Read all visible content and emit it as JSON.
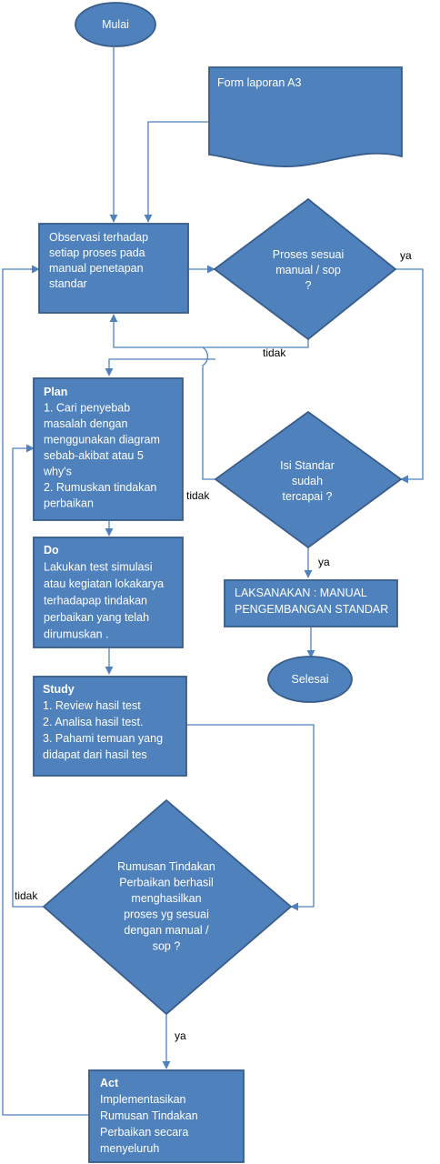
{
  "colors": {
    "fill": "#4f81bd",
    "stroke": "#385d8a",
    "line": "#4f81bd",
    "text_on_shape": "#ffffff",
    "label": "#000000"
  },
  "nodes": {
    "mulai": {
      "lines": [
        "Mulai"
      ]
    },
    "form": {
      "lines": [
        "Form laporan A3"
      ]
    },
    "observasi": {
      "lines": [
        "Observasi  terhadap",
        "setiap proses pada",
        "manual penetapan",
        "standar"
      ]
    },
    "proses_sesuai": {
      "lines": [
        "Proses  sesuai",
        "manual / sop",
        "?"
      ]
    },
    "plan": {
      "lines": [
        "Plan",
        "1. Cari penyebab",
        "masalah dengan",
        "menggunakan diagram",
        "sebab-akibat atau 5",
        "why's",
        "2. Rumuskan tindakan",
        "perbaikan"
      ]
    },
    "isi_standar": {
      "lines": [
        "Isi Standar",
        "sudah",
        "tercapai ?"
      ]
    },
    "laksanakan": {
      "lines": [
        "LAKSANAKAN :  MANUAL",
        "PENGEMBANGAN STANDAR"
      ]
    },
    "selesai": {
      "lines": [
        "Selesai"
      ]
    },
    "do": {
      "lines": [
        "Do",
        "Lakukan test  simulasi",
        "atau kegiatan lokakarya",
        "terhadapap tindakan",
        "perbaikan yang telah",
        "dirumuskan ."
      ]
    },
    "study": {
      "lines": [
        "Study",
        "1. Review hasil test",
        "2. Analisa hasil test.",
        "3. Pahami temuan yang",
        "didapat dari hasil tes"
      ]
    },
    "rumusan": {
      "lines": [
        "Rumusan Tindakan",
        "Perbaikan berhasil",
        "menghasilkan",
        "proses yg sesuai",
        "dengan manual /",
        "sop ?"
      ]
    },
    "act": {
      "lines": [
        "Act",
        "Implementasikan",
        "Rumusan Tindakan",
        "Perbaikan secara",
        "menyeluruh"
      ]
    }
  },
  "edge_labels": {
    "ya_proses": "ya",
    "tidak_proses": "tidak",
    "tidak_isi": "tidak",
    "ya_isi": "ya",
    "tidak_rumusan": "tidak",
    "ya_rumusan": "ya"
  }
}
